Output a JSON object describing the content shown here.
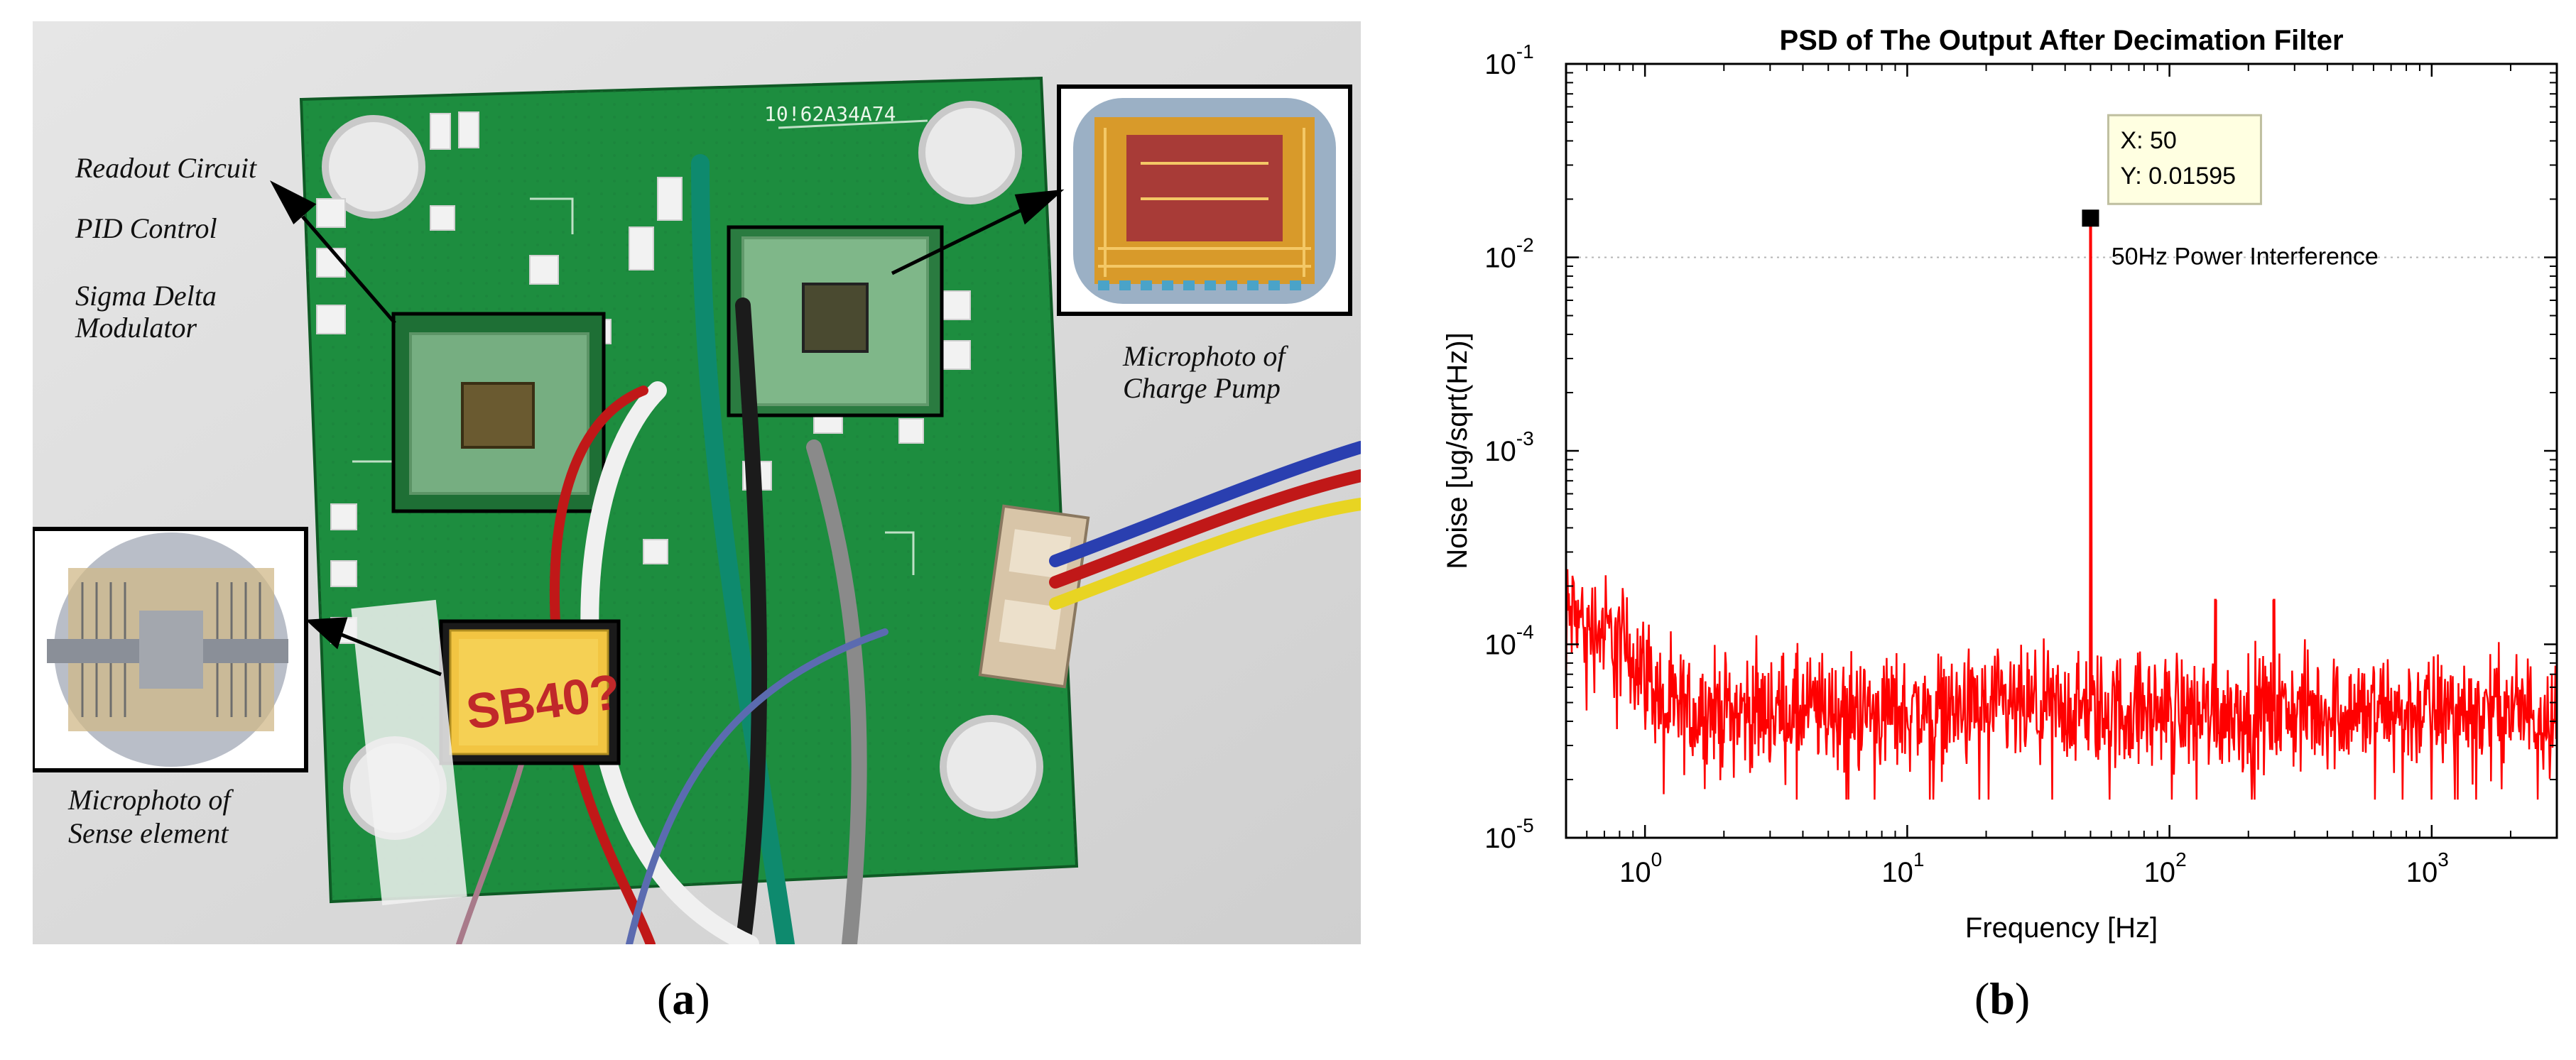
{
  "panel_a": {
    "label_open": "(",
    "label_letter": "a",
    "label_close": ")",
    "annotations": {
      "readout": "Readout Circuit",
      "pid": "PID Control",
      "sigma1": "Sigma Delta",
      "sigma2": "Modulator",
      "charge1": "Microphoto of",
      "charge2": "Charge Pump",
      "sense1": "Microphoto of",
      "sense2": "Sense element"
    },
    "board_marking": "10!62A34A74",
    "chip_marking": "SB40?"
  },
  "panel_b": {
    "label_open": "(",
    "label_letter": "b",
    "label_close": ")"
  },
  "chart_data": {
    "type": "line",
    "title": "PSD of The Output After Decimation Filter",
    "xlabel": "Frequency [Hz]",
    "ylabel": "Noise  [ug/sqrt(Hz)]",
    "x_scale": "log",
    "y_scale": "log",
    "xlim": [
      0.5,
      3000
    ],
    "ylim": [
      1e-05,
      0.1
    ],
    "x_ticks": [
      {
        "value": 1,
        "base": "10",
        "exp": "0"
      },
      {
        "value": 10,
        "base": "10",
        "exp": "1"
      },
      {
        "value": 100,
        "base": "10",
        "exp": "2"
      },
      {
        "value": 1000,
        "base": "10",
        "exp": "3"
      }
    ],
    "y_ticks": [
      {
        "value": 1e-05,
        "base": "10",
        "exp": "-5"
      },
      {
        "value": 0.0001,
        "base": "10",
        "exp": "-4"
      },
      {
        "value": 0.001,
        "base": "10",
        "exp": "-3"
      },
      {
        "value": 0.01,
        "base": "10",
        "exp": "-2"
      },
      {
        "value": 0.1,
        "base": "10",
        "exp": "-1"
      }
    ],
    "gridlines_y": [
      0.01
    ],
    "line_color": "#ff0000",
    "noise_floor": 4.5e-05,
    "low_freq_start": 0.00015,
    "peaks": [
      {
        "x": 50,
        "y": 0.01595
      },
      {
        "x": 150,
        "y": 0.00017
      },
      {
        "x": 250,
        "y": 0.00017
      }
    ],
    "data_tip": {
      "x_line": "X: 50",
      "y_line": "Y: 0.01595",
      "x": 50,
      "y": 0.01595
    },
    "annotation": {
      "text": "50Hz Power Interference",
      "x": 60,
      "y": 0.01
    }
  }
}
